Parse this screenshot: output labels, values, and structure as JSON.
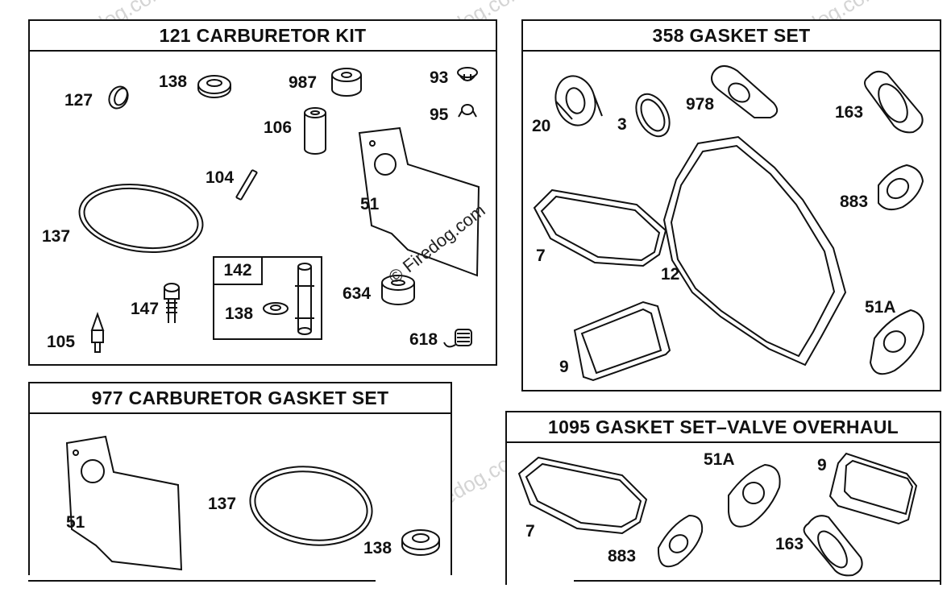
{
  "watermark": "© Firedog.com",
  "panels": {
    "carb_kit": {
      "title": "121 CARBURETOR KIT",
      "inset_title": "142",
      "labels": {
        "p127": "127",
        "p138": "138",
        "p987": "987",
        "p93": "93",
        "p95": "95",
        "p106": "106",
        "p104": "104",
        "p137": "137",
        "p51": "51",
        "p634": "634",
        "p147": "147",
        "p105": "105",
        "p618": "618",
        "p138b": "138"
      }
    },
    "gasket_set": {
      "title": "358 GASKET SET",
      "labels": {
        "p20": "20",
        "p3": "3",
        "p978": "978",
        "p163": "163",
        "p883": "883",
        "p7": "7",
        "p12": "12",
        "p51a": "51A",
        "p9": "9"
      }
    },
    "carb_gasket_set": {
      "title": "977 CARBURETOR GASKET SET",
      "labels": {
        "p51": "51",
        "p137": "137",
        "p138": "138"
      }
    },
    "valve_overhaul": {
      "title": "1095 GASKET SET–VALVE OVERHAUL",
      "labels": {
        "p7": "7",
        "p883": "883",
        "p51a": "51A",
        "p9": "9",
        "p163": "163"
      }
    }
  }
}
